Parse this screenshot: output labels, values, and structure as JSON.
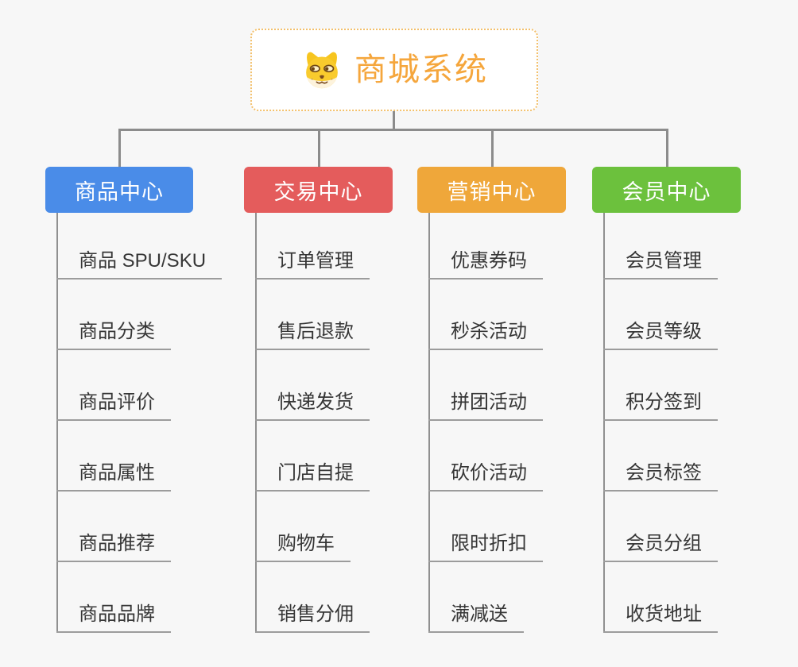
{
  "page_background": "#f7f7f7",
  "connector_color": "#8c8c8c",
  "item_underline_color": "#9c9c9c",
  "item_text_color": "#363636",
  "root": {
    "title": "商城系统",
    "icon": "dog-face-icon",
    "title_color": "#f5a63c",
    "border_color": "#f3c06b",
    "background": "#ffffff"
  },
  "branches": [
    {
      "label": "商品中心",
      "color": "#4a8ce8",
      "children": [
        "商品 SPU/SKU",
        "商品分类",
        "商品评价",
        "商品属性",
        "商品推荐",
        "商品品牌"
      ]
    },
    {
      "label": "交易中心",
      "color": "#e45c5c",
      "children": [
        "订单管理",
        "售后退款",
        "快递发货",
        "门店自提",
        "购物车",
        "销售分佣"
      ]
    },
    {
      "label": "营销中心",
      "color": "#efa73a",
      "children": [
        "优惠券码",
        "秒杀活动",
        "拼团活动",
        "砍价活动",
        "限时折扣",
        "满减送"
      ]
    },
    {
      "label": "会员中心",
      "color": "#6cc13d",
      "children": [
        "会员管理",
        "会员等级",
        "积分签到",
        "会员标签",
        "会员分组",
        "收货地址"
      ]
    }
  ]
}
